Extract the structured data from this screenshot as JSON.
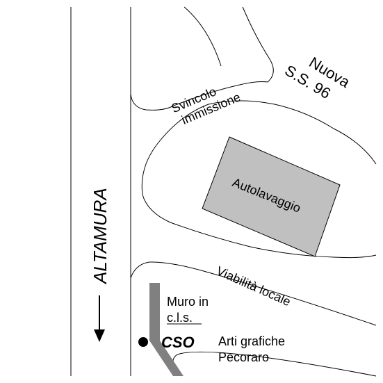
{
  "map": {
    "labels": {
      "altamura": "ALTAMURA",
      "svincolo_line1": "Svincolo",
      "svincolo_line2": "immissione",
      "nuova_line1": "Nuova",
      "nuova_line2": "S.S. 96",
      "autolavaggio": "Autolavaggio",
      "viabilita": "Viabilità locale",
      "muro_line1": "Muro in",
      "muro_line2": "c.l.s.",
      "cso": "CSO",
      "arti_line1": "Arti grafiche",
      "arti_line2": "Pecoraro"
    },
    "colors": {
      "line": "#000000",
      "building_fill": "#c0c0c0",
      "wall": "#808080",
      "background": "#ffffff"
    },
    "icons": {
      "direction_arrow": "arrow-down-icon",
      "cso_point": "location-dot-icon"
    }
  }
}
